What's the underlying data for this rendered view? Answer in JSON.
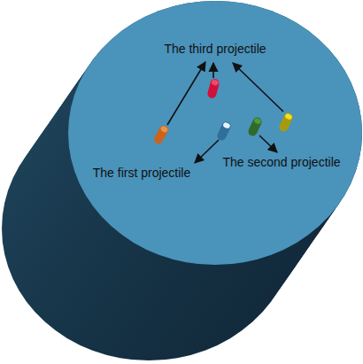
{
  "diagram": {
    "labels": [
      "The third projectile",
      "The first projectile",
      "The second projectile"
    ]
  }
}
